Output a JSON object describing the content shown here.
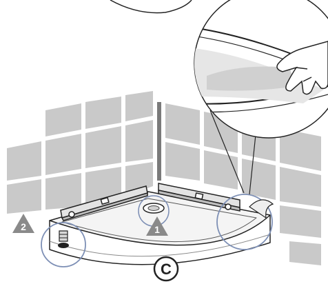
{
  "markers": {
    "step_1": "1",
    "step_2": "2",
    "view": "C"
  },
  "colors": {
    "tile": "#c9c9c9",
    "grout": "#ffffff",
    "line": "#222222",
    "highlight_circle": "#7d8fb5",
    "marker_fill": "#8a8a8a",
    "level_fill": "#e3e3e3"
  },
  "icons": [
    "spirit-level-icon",
    "spirit-level-icon",
    "leveling-foot-icon",
    "drain-icon",
    "peeling-film-hand-icon"
  ]
}
